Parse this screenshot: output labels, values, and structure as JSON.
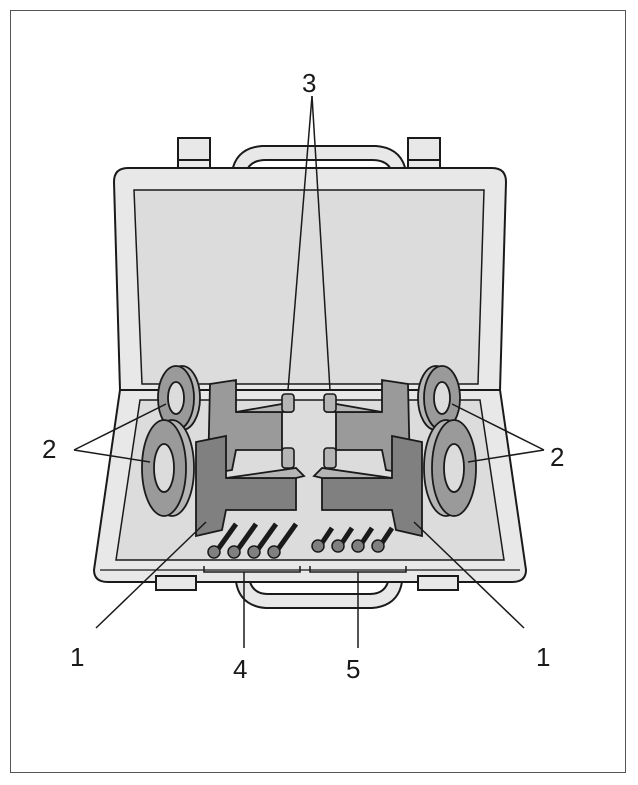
{
  "callouts": {
    "case_halves": "1",
    "flanges": "2",
    "clamp_pins": "3",
    "long_screws": "4",
    "short_screws": "5"
  },
  "colors": {
    "outline": "#1a1a1a",
    "part_dark": "#808080",
    "part_mid": "#9a9a9a",
    "part_light": "#b5b5b5",
    "case_fill": "#e8e8e8",
    "case_inner": "#dcdcdc"
  }
}
